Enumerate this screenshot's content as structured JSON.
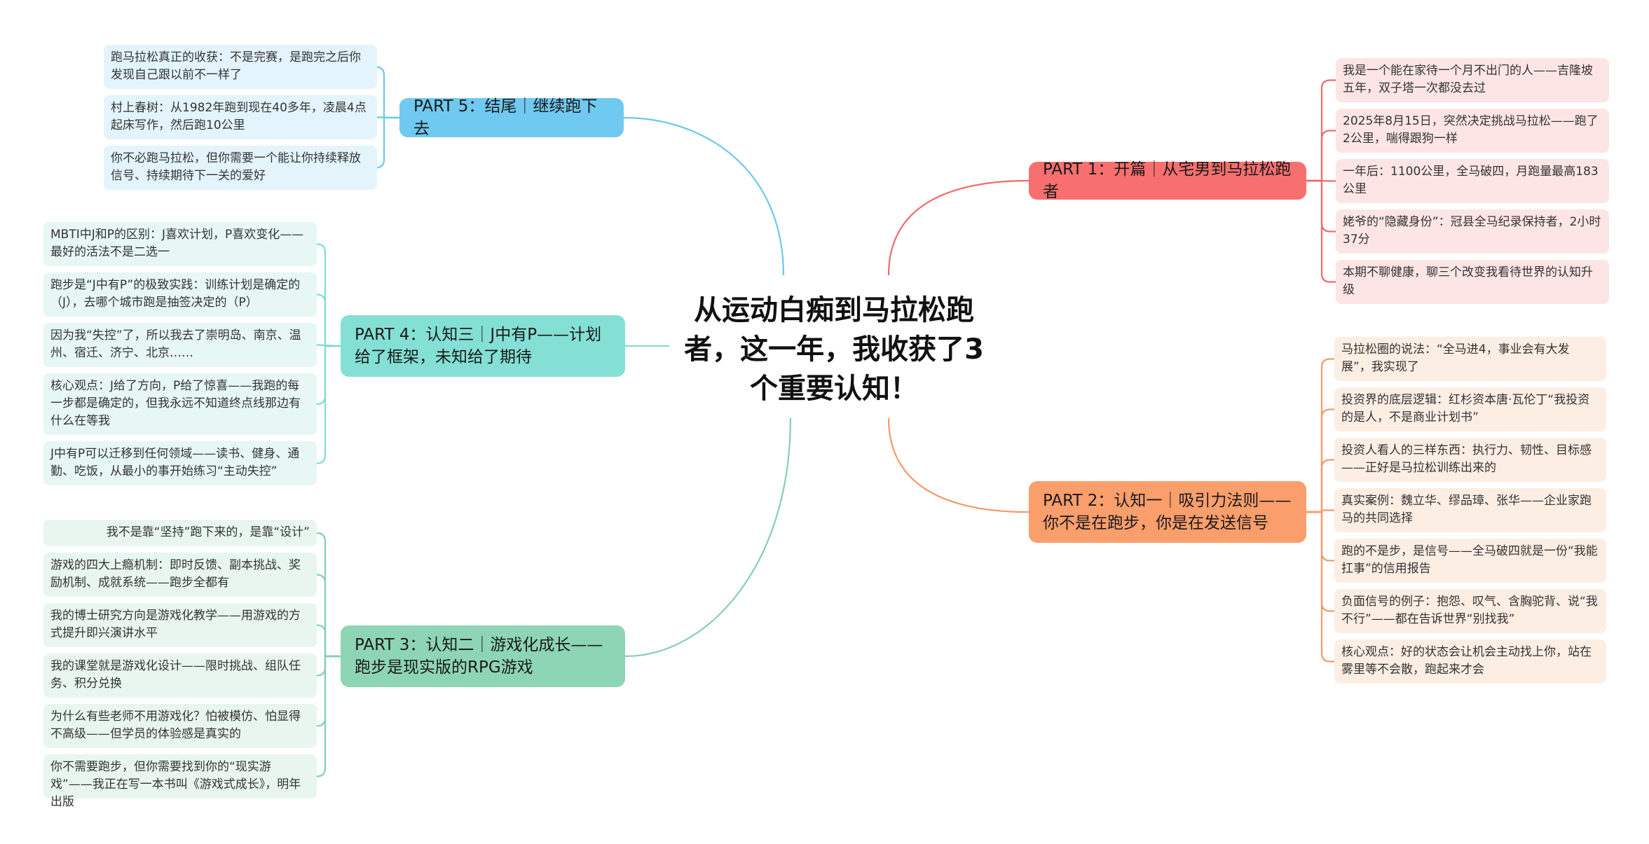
{
  "title": "从运动白痴到马拉松跑者，这一年，我收获了3个重要认知！",
  "colors": {
    "part1": {
      "line": "#ef6a6a",
      "node": "#f86f6f",
      "leaf": "#fde5e5"
    },
    "part2": {
      "line": "#f5996a",
      "node": "#fa9e6c",
      "leaf": "#fdeee4"
    },
    "part3": {
      "line": "#84d0b2",
      "node": "#8ed5b5",
      "leaf": "#e8f6ef"
    },
    "part4": {
      "line": "#7fdcd2",
      "node": "#84e0d5",
      "leaf": "#e6f7f4"
    },
    "part5": {
      "line": "#6cc8ee",
      "node": "#70c9f0",
      "leaf": "#e3f4fc"
    }
  },
  "parts": [
    {
      "id": "part1",
      "label": "PART 1：开篇｜从宅男到马拉松跑者",
      "leaves": [
        "我是一个能在家待一个月不出门的人——吉隆坡五年，双子塔一次都没去过",
        "2025年8月15日，突然决定挑战马拉松——跑了2公里，喘得跟狗一样",
        "一年后：1100公里，全马破四，月跑量最高183公里",
        "姥爷的“隐藏身份”：冠县全马纪录保持者，2小时37分",
        "本期不聊健康，聊三个改变我看待世界的认知升级"
      ]
    },
    {
      "id": "part2",
      "label": "PART 2：认知一｜吸引力法则——你不是在跑步，你是在发送信号",
      "leaves": [
        "马拉松圈的说法：“全马进4，事业会有大发展”，我实现了",
        "投资界的底层逻辑：红杉资本唐·瓦伦丁“我投资的是人，不是商业计划书”",
        "投资人看人的三样东西：执行力、韧性、目标感——正好是马拉松训练出来的",
        "真实案例：魏立华、缪品璋、张华——企业家跑马的共同选择",
        "跑的不是步，是信号——全马破四就是一份“我能扛事”的信用报告",
        "负面信号的例子：抱怨、叹气、含胸驼背、说“我不行”——都在告诉世界“别找我”",
        "核心观点：好的状态会让机会主动找上你，站在雾里等不会散，跑起来才会"
      ]
    },
    {
      "id": "part3",
      "label": "PART 3：认知二｜游戏化成长——跑步是现实版的RPG游戏",
      "leaves": [
        "我不是靠“坚持”跑下来的，是靠“设计”",
        "游戏的四大上瘾机制：即时反馈、副本挑战、奖励机制、成就系统——跑步全都有",
        "我的博士研究方向是游戏化教学——用游戏的方式提升即兴演讲水平",
        "我的课堂就是游戏化设计——限时挑战、组队任务、积分兑换",
        "为什么有些老师不用游戏化？怕被模仿、怕显得不高级——但学员的体验感是真实的",
        "你不需要跑步，但你需要找到你的“现实游戏”——我正在写一本书叫《游戏式成长》，明年出版"
      ]
    },
    {
      "id": "part4",
      "label": "PART 4：认知三｜J中有P——计划给了框架，未知给了期待",
      "leaves": [
        "MBTI中J和P的区别：J喜欢计划，P喜欢变化——最好的活法不是二选一",
        "跑步是“J中有P”的极致实践：训练计划是确定的（J），去哪个城市跑是抽签决定的（P）",
        "因为我“失控”了，所以我去了崇明岛、南京、温州、宿迁、济宁、北京……",
        "核心观点：J给了方向，P给了惊喜——我跑的每一步都是确定的，但我永远不知道终点线那边有什么在等我",
        "J中有P可以迁移到任何领域——读书、健身、通勤、吃饭，从最小的事开始练习“主动失控”"
      ]
    },
    {
      "id": "part5",
      "label": "PART 5：结尾｜继续跑下去",
      "leaves": [
        "跑马拉松真正的收获：不是完赛，是跑完之后你发现自己跟以前不一样了",
        "村上春树：从1982年跑到现在40多年，凌晨4点起床写作，然后跑10公里",
        "你不必跑马拉松，但你需要一个能让你持续释放信号、持续期待下一关的爱好"
      ]
    }
  ]
}
